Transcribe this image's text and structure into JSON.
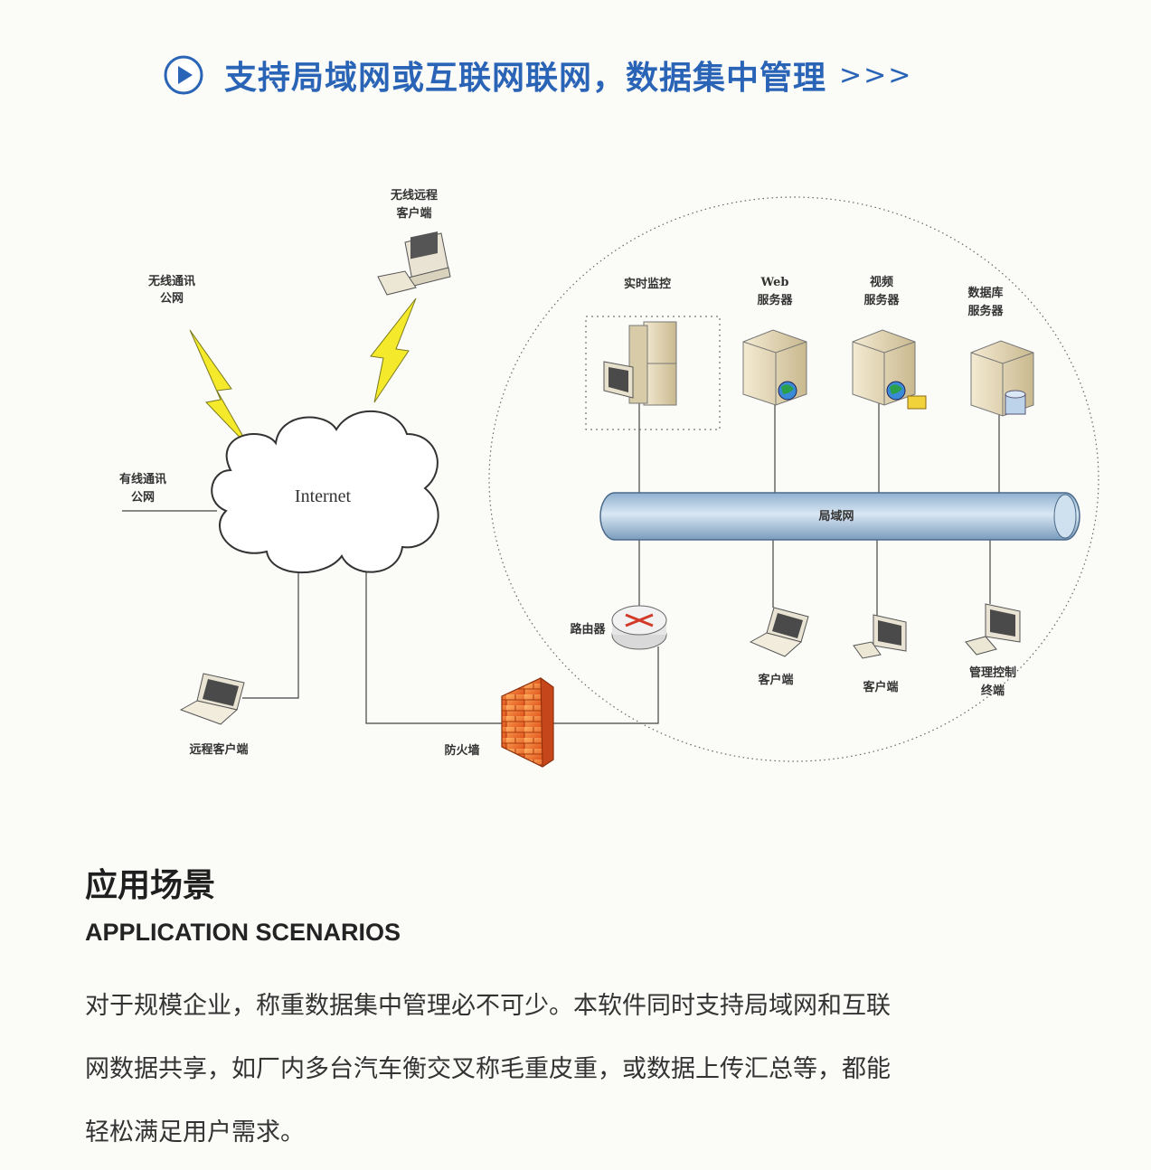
{
  "header": {
    "title": "支持局域网或互联网联网，数据集中管理",
    "arrows": ">>>",
    "accent_color": "#2a64b6"
  },
  "diagram": {
    "wireless_public_net": [
      "无线通讯",
      "公网"
    ],
    "wireless_remote_client": [
      "无线远程",
      "客户端"
    ],
    "wired_public_net": [
      "有线通讯",
      "公网"
    ],
    "internet": "Internet",
    "remote_client": "远程客户端",
    "firewall": "防火墙",
    "router": "路由器",
    "lan": "局域网",
    "realtime_monitor": "实时监控",
    "web_server": [
      "Web",
      "服务器"
    ],
    "video_server": [
      "视频",
      "服务器"
    ],
    "db_server": [
      "数据库",
      "服务器"
    ],
    "client_1": "客户端",
    "client_2": "客户端",
    "admin_terminal": [
      "管理控制",
      "终端"
    ]
  },
  "section": {
    "title": "应用场景",
    "subtitle": "APPLICATION SCENARIOS",
    "paragraph_lines": [
      "对于规模企业，称重数据集中管理必不可少。本软件同时支持局域网和互联",
      "网数据共享，如厂内多台汽车衡交叉称毛重皮重，或数据上传汇总等，都能",
      "轻松满足用户需求。"
    ]
  }
}
